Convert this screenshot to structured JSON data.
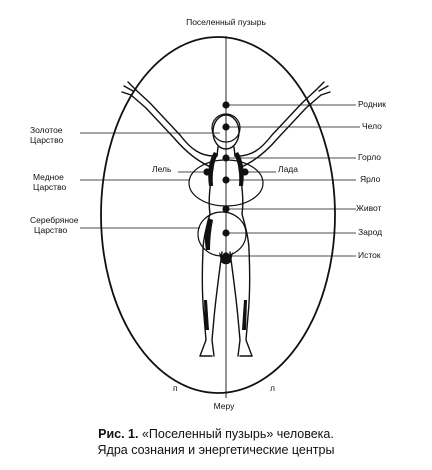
{
  "labels": {
    "top": "Поселенный пузырь",
    "bottom": "Меру",
    "left_foot": "п",
    "right_foot": "л",
    "golden_l1": "Золотое",
    "golden_l2": "Царство",
    "copper_l1": "Медное",
    "copper_l2": "Царство",
    "silver_l1": "Серебряное",
    "silver_l2": "Царство",
    "lel": "Лель",
    "lada": "Лада",
    "rodnik": "Родник",
    "chelo": "Чело",
    "gorlo": "Горло",
    "yarlo": "Ярло",
    "zhivot": "Живот",
    "zarod": "Зарод",
    "istok": "Исток"
  },
  "caption": {
    "fig": "Рис. 1.",
    "line1": "«Поселенный пузырь» человека.",
    "line2": "Ядра сознания и энергетические центры"
  }
}
